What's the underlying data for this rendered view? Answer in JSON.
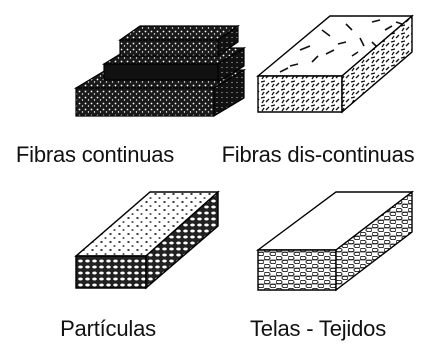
{
  "panels": [
    {
      "kind": "continuous-fibers",
      "label": "Fibras continuas"
    },
    {
      "kind": "discontinuous-fibers",
      "label": "Fibras dis-continuas"
    },
    {
      "kind": "particles",
      "label": "Partículas"
    },
    {
      "kind": "fabrics",
      "label": "Telas - Tejidos"
    }
  ]
}
